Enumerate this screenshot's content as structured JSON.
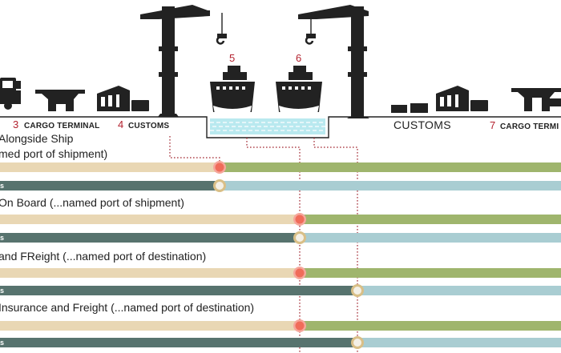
{
  "colors": {
    "seller_bar": "#e9d7b4",
    "buyer_bar_risk": "#9fb56d",
    "seller_dark": "#57736e",
    "buyer_light": "#a9cdd2",
    "dot_red": "#f06c5a",
    "dot_ring_red": "#f5a79c",
    "dot_ring_gold": "#d9bf87",
    "water": "#b9e9ef",
    "dotted_line": "#a0242e"
  },
  "stages": {
    "s3": {
      "num": "3",
      "label": "CARGO TERMINAL"
    },
    "s4": {
      "num": "4",
      "label": "CUSTOMS"
    },
    "s5": {
      "num": "5"
    },
    "s6": {
      "num": "6"
    },
    "customs_dest": {
      "label": "CUSTOMS"
    },
    "s7": {
      "num": "7",
      "label": "CARGO TERMI"
    }
  },
  "terms": [
    {
      "title": "Alongside Ship",
      "subtitle": "med port of shipment)",
      "cost_tag": "s"
    },
    {
      "title": "On Board (...named port of shipment)",
      "cost_tag": "s"
    },
    {
      "title": "and FReight (...named port of destination)",
      "cost_tag": "s"
    },
    {
      "title": "Insurance and Freight (...named port of destination)",
      "cost_tag": "s"
    }
  ]
}
